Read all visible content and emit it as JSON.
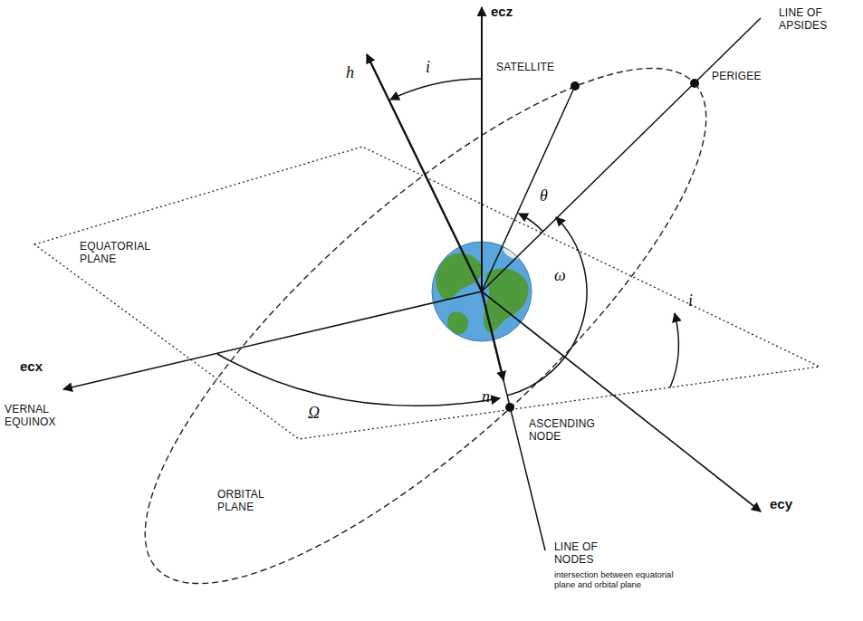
{
  "diagram": {
    "labels": [
      "LINE OF APSIDES",
      "ecz",
      "h",
      "i",
      "SATELLITE",
      "PERIGEE",
      "θ",
      "ω",
      "i",
      "EQUATORIAL PLANE",
      "ecx",
      "VERNAL EQUINOX",
      "Ω",
      "n",
      "ASCENDING NODE",
      "ORBITAL PLANE",
      "ecy",
      "LINE OF NODES",
      "intersection between equatorial plane and orbital plane"
    ]
  }
}
